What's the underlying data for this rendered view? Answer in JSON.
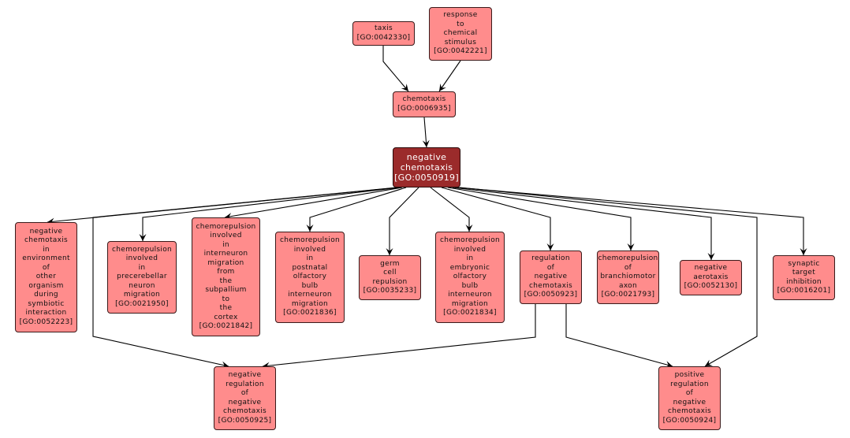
{
  "diagram": {
    "type": "GO term ancestor/descendant graph",
    "focus_term": "GO:0050919",
    "colors": {
      "node_fill": "#ff8c8c",
      "focus_fill": "#9b2b2b",
      "edge": "#000000",
      "background": "#ffffff"
    },
    "nodes": [
      {
        "id": "GO:0042330",
        "label_lines": [
          "taxis"
        ],
        "go_id": "[GO:0042330]",
        "focus": false
      },
      {
        "id": "GO:0042221",
        "label_lines": [
          "response",
          "to",
          "chemical",
          "stimulus"
        ],
        "go_id": "[GO:0042221]",
        "focus": false
      },
      {
        "id": "GO:0006935",
        "label_lines": [
          "chemotaxis"
        ],
        "go_id": "[GO:0006935]",
        "focus": false
      },
      {
        "id": "GO:0050919",
        "label_lines": [
          "negative",
          "chemotaxis"
        ],
        "go_id": "[GO:0050919]",
        "focus": true
      },
      {
        "id": "GO:0052223",
        "label_lines": [
          "negative",
          "chemotaxis",
          "in",
          "environment",
          "of",
          "other",
          "organism",
          "during",
          "symbiotic",
          "interaction"
        ],
        "go_id": "[GO:0052223]",
        "focus": false
      },
      {
        "id": "GO:0021950",
        "label_lines": [
          "chemorepulsion",
          "involved",
          "in",
          "precerebellar",
          "neuron",
          "migration"
        ],
        "go_id": "[GO:0021950]",
        "focus": false
      },
      {
        "id": "GO:0021842",
        "label_lines": [
          "chemorepulsion",
          "involved",
          "in",
          "interneuron",
          "migration",
          "from",
          "the",
          "subpallium",
          "to",
          "the",
          "cortex"
        ],
        "go_id": "[GO:0021842]",
        "focus": false
      },
      {
        "id": "GO:0021836",
        "label_lines": [
          "chemorepulsion",
          "involved",
          "in",
          "postnatal",
          "olfactory",
          "bulb",
          "interneuron",
          "migration"
        ],
        "go_id": "[GO:0021836]",
        "focus": false
      },
      {
        "id": "GO:0035233",
        "label_lines": [
          "germ",
          "cell",
          "repulsion"
        ],
        "go_id": "[GO:0035233]",
        "focus": false
      },
      {
        "id": "GO:0021834",
        "label_lines": [
          "chemorepulsion",
          "involved",
          "in",
          "embryonic",
          "olfactory",
          "bulb",
          "interneuron",
          "migration"
        ],
        "go_id": "[GO:0021834]",
        "focus": false
      },
      {
        "id": "GO:0050923",
        "label_lines": [
          "regulation",
          "of",
          "negative",
          "chemotaxis"
        ],
        "go_id": "[GO:0050923]",
        "focus": false
      },
      {
        "id": "GO:0021793",
        "label_lines": [
          "chemorepulsion",
          "of",
          "branchiomotor",
          "axon"
        ],
        "go_id": "[GO:0021793]",
        "focus": false
      },
      {
        "id": "GO:0052130",
        "label_lines": [
          "negative",
          "aerotaxis"
        ],
        "go_id": "[GO:0052130]",
        "focus": false
      },
      {
        "id": "GO:0016201",
        "label_lines": [
          "synaptic",
          "target",
          "inhibition"
        ],
        "go_id": "[GO:0016201]",
        "focus": false
      },
      {
        "id": "GO:0050925",
        "label_lines": [
          "negative",
          "regulation",
          "of",
          "negative",
          "chemotaxis"
        ],
        "go_id": "[GO:0050925]",
        "focus": false
      },
      {
        "id": "GO:0050924",
        "label_lines": [
          "positive",
          "regulation",
          "of",
          "negative",
          "chemotaxis"
        ],
        "go_id": "[GO:0050924]",
        "focus": false
      }
    ],
    "edges": [
      {
        "from": "GO:0042330",
        "to": "GO:0006935"
      },
      {
        "from": "GO:0042221",
        "to": "GO:0006935"
      },
      {
        "from": "GO:0006935",
        "to": "GO:0050919"
      },
      {
        "from": "GO:0050919",
        "to": "GO:0052223"
      },
      {
        "from": "GO:0050919",
        "to": "GO:0021950"
      },
      {
        "from": "GO:0050919",
        "to": "GO:0021842"
      },
      {
        "from": "GO:0050919",
        "to": "GO:0021836"
      },
      {
        "from": "GO:0050919",
        "to": "GO:0035233"
      },
      {
        "from": "GO:0050919",
        "to": "GO:0021834"
      },
      {
        "from": "GO:0050919",
        "to": "GO:0050923"
      },
      {
        "from": "GO:0050919",
        "to": "GO:0021793"
      },
      {
        "from": "GO:0050919",
        "to": "GO:0052130"
      },
      {
        "from": "GO:0050919",
        "to": "GO:0016201"
      },
      {
        "from": "GO:0050919",
        "to": "GO:0050925"
      },
      {
        "from": "GO:0050919",
        "to": "GO:0050924"
      },
      {
        "from": "GO:0050923",
        "to": "GO:0050925"
      },
      {
        "from": "GO:0050923",
        "to": "GO:0050924"
      }
    ]
  }
}
